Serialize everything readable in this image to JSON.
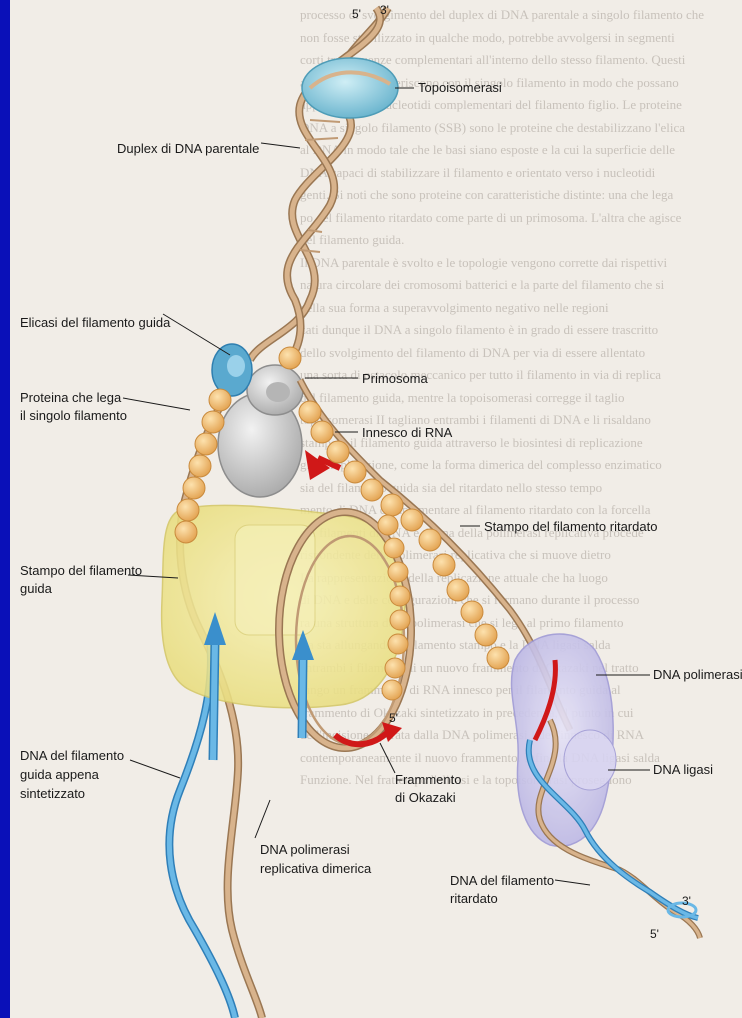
{
  "labels": {
    "topoisomerasi": "Topoisomerasi",
    "duplex": "Duplex di DNA parentale",
    "elicasi": "Elicasi del filamento guida",
    "proteina_1": "Proteina che lega",
    "proteina_2": "il singolo filamento",
    "primosoma": "Primosoma",
    "innesco": "Innesco di RNA",
    "stampo_ritardato": "Stampo del filamento ritardato",
    "stampo_guida_1": "Stampo del filamento",
    "stampo_guida_2": "guida",
    "dna_polimerasi": "DNA polimerasi",
    "dna_ligasi": "DNA ligasi",
    "dna_guida_1": "DNA del filamento",
    "dna_guida_2": "guida appena",
    "dna_guida_3": "sintetizzato",
    "frammento_1": "Frammento",
    "frammento_2": "di Okazaki",
    "pol_dimerica_1": "DNA polimerasi",
    "pol_dimerica_2": "replicativa dimerica",
    "dna_ritardato_1": "DNA del filamento",
    "dna_ritardato_2": "ritardato"
  },
  "ends": {
    "top_5": "5'",
    "top_3": "3'",
    "okazaki_5": "5'",
    "right_3": "3'",
    "right_5": "5'"
  },
  "colors": {
    "backbone": "#c9a27c",
    "ssb": "#f0c070",
    "new_dna": "#5aa8dc",
    "rna_primer": "#d01818",
    "topoisomerase": "#7fc4d8",
    "primosome": "#c9c9c9",
    "polymerase_dimer": "#f2ec9a",
    "polymerase_right": "#c9c5ea"
  }
}
